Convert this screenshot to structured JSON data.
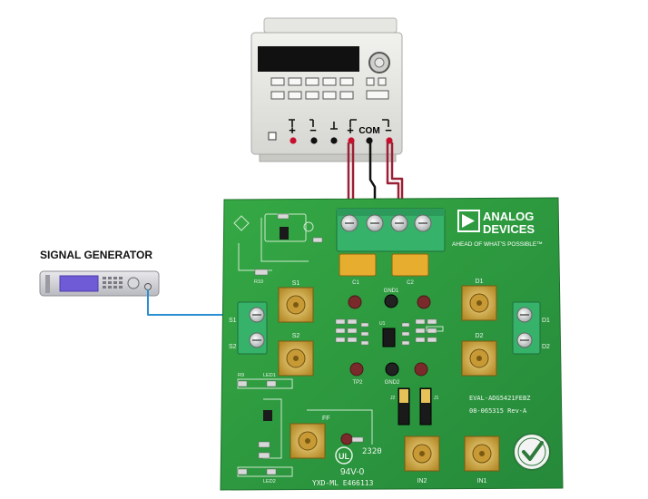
{
  "signal_generator": {
    "label": "SIGNAL GENERATOR"
  },
  "power_supply": {
    "terminal_labels": [
      "+",
      "−",
      "+",
      "COM",
      "−"
    ],
    "colors": {
      "body": "#e3e3e0",
      "display": "#111111",
      "red_jack": "#c8102e",
      "black_jack": "#111111"
    }
  },
  "wires": {
    "red": "#9b2035",
    "black": "#111111",
    "blue": "#2a8fd0"
  },
  "board": {
    "color": "#2d9a3c",
    "logo": {
      "line1": "ANALOG",
      "line2": "DEVICES",
      "tagline": "AHEAD OF WHAT'S POSSIBLE™"
    },
    "part_number": "EVAL-ADG5421FEBZ",
    "revision": "08-065315 Rev-A",
    "ul_code": "94V-0",
    "ul_id": "YXD-ML E466113",
    "date_code": "2320",
    "silkscreen": {
      "s1": "S1",
      "s2": "S2",
      "d1": "D1",
      "d2": "D2",
      "s1_conn": "S1",
      "s2_conn": "S2",
      "d1_conn": "D1",
      "d2_conn": "D2",
      "ff": "FF",
      "in1": "IN1",
      "in2": "IN2",
      "gnd1": "GND1",
      "gnd2": "GND2",
      "tp2": "TP2",
      "r10": "R10",
      "r9": "R9",
      "led1": "LED1",
      "led2": "LED2",
      "c1": "C1",
      "c2": "C2",
      "u1": "U1",
      "j1": "J1",
      "j2": "J2"
    }
  }
}
